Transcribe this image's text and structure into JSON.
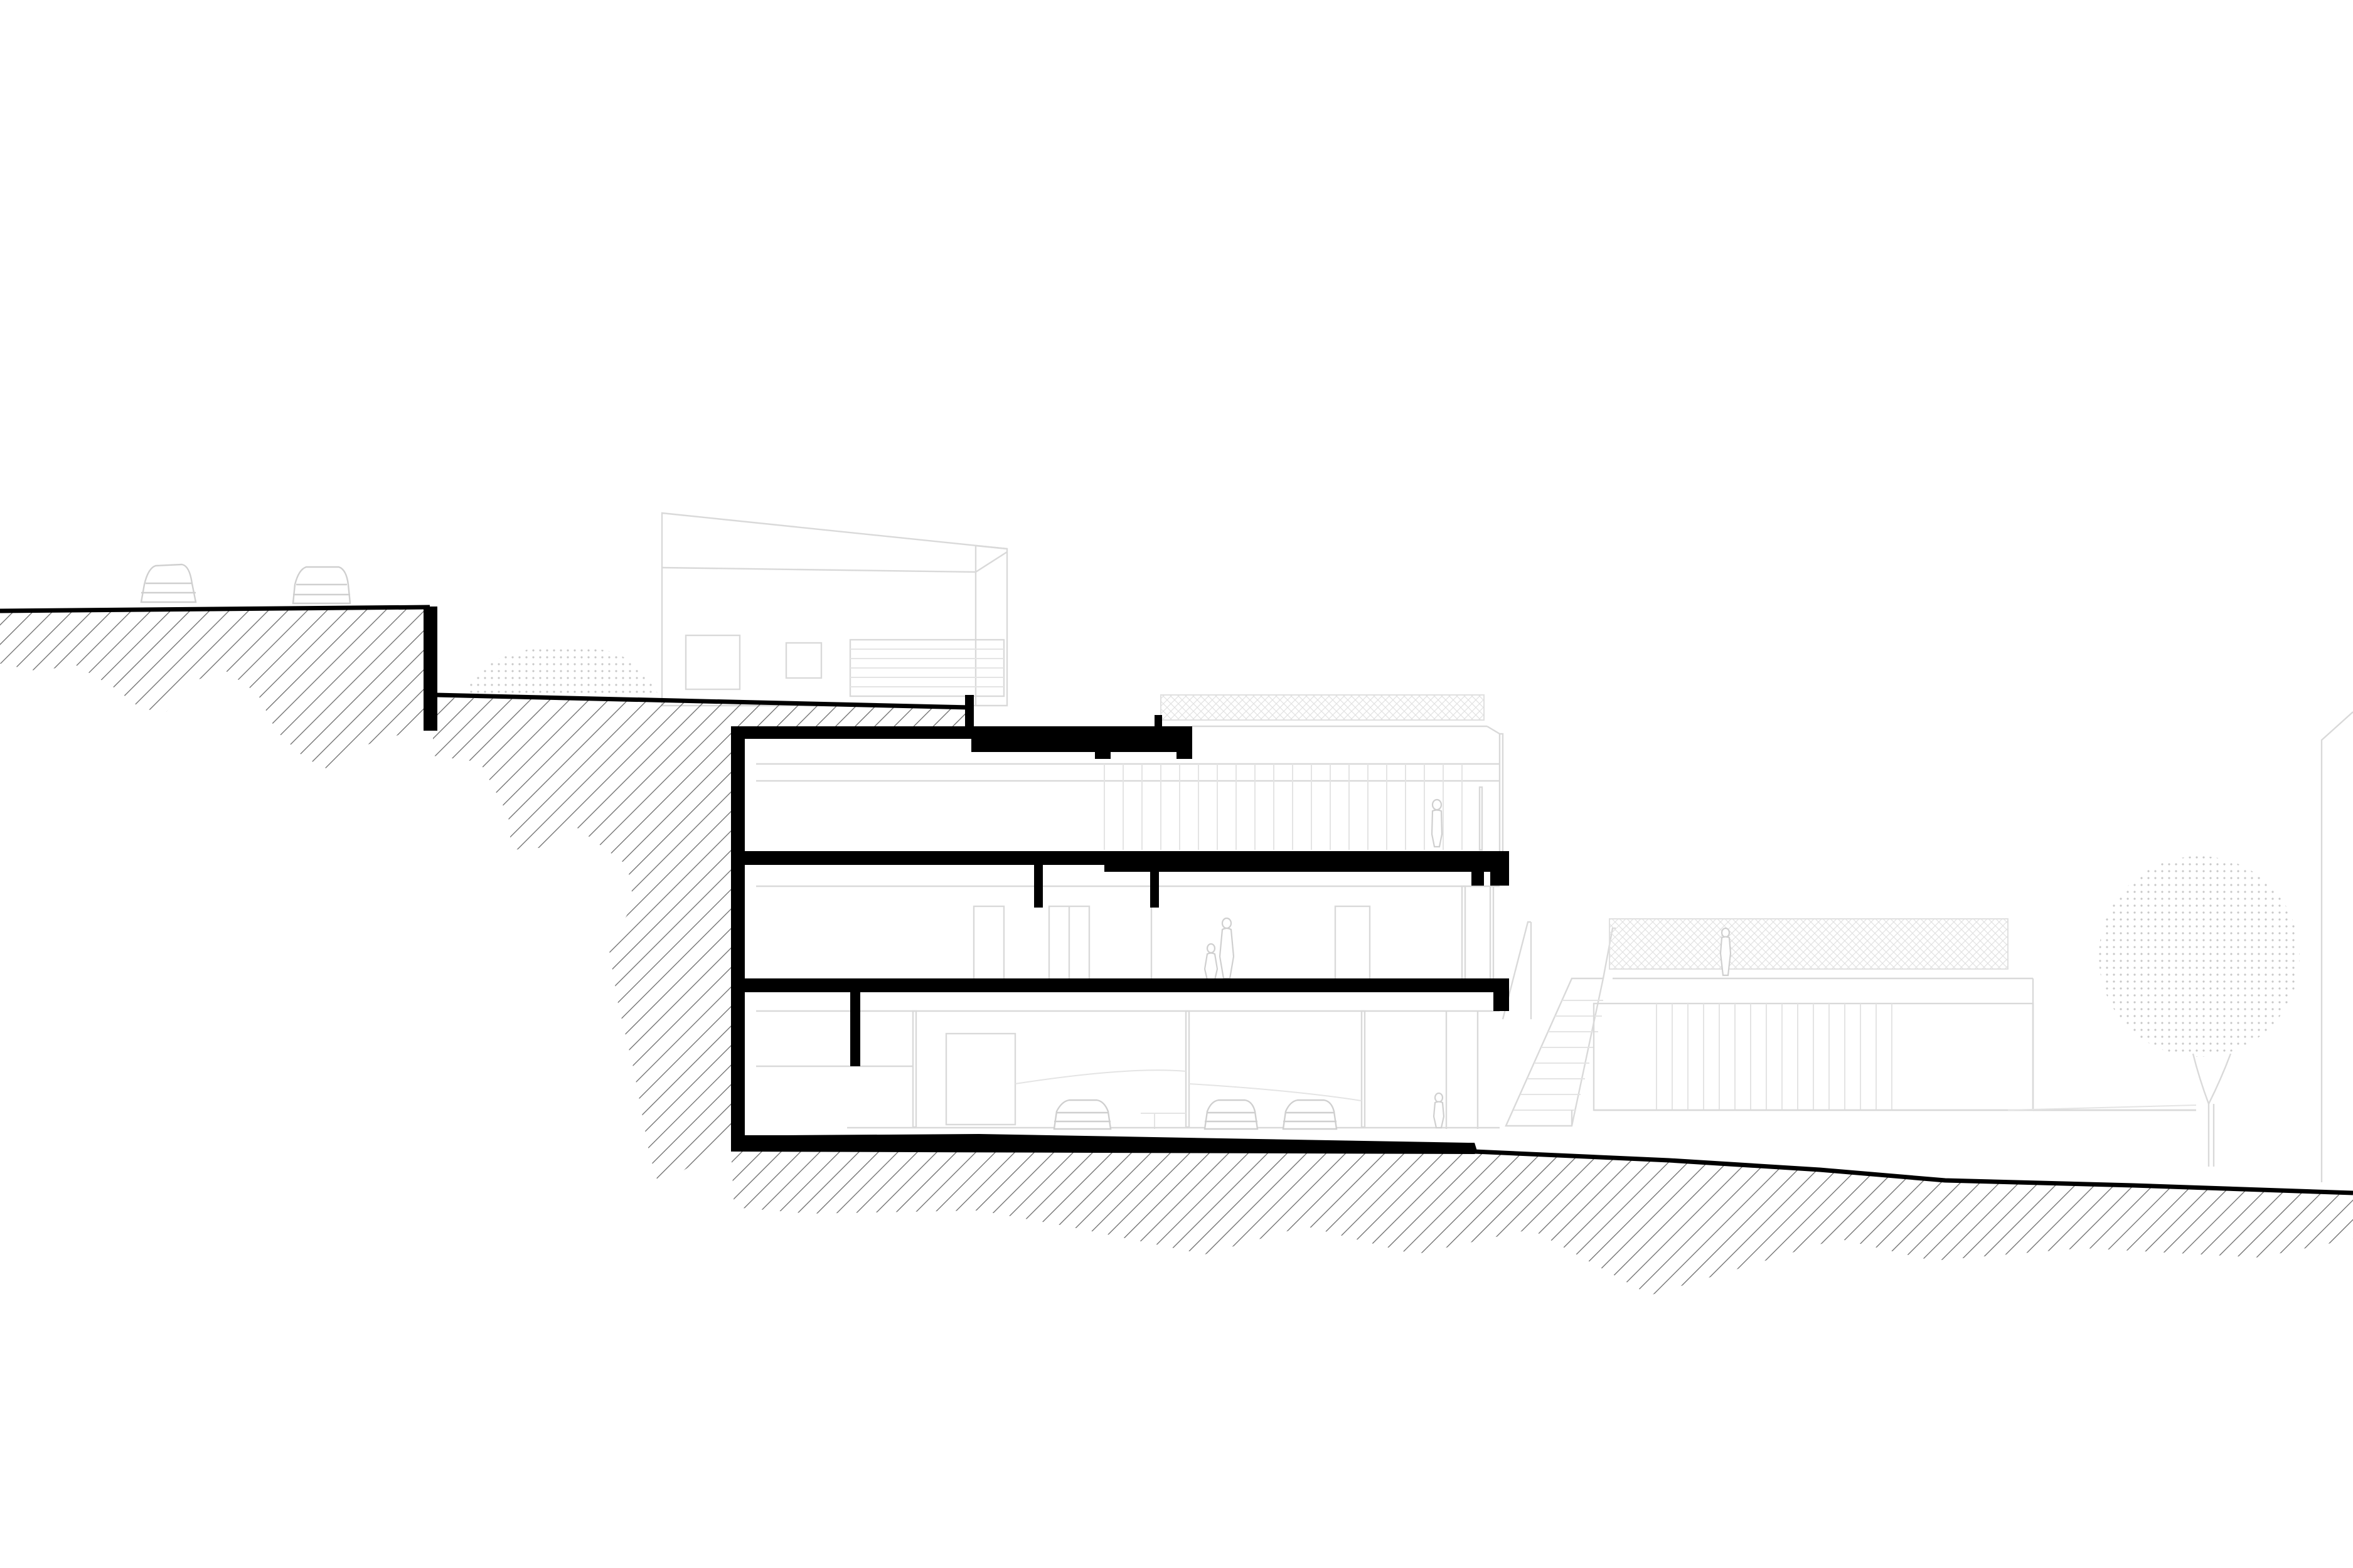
{
  "drawing": {
    "type": "architectural-section",
    "levels": 3,
    "colors": {
      "cut": "#000000",
      "projection": "#d9d9d9",
      "hatch": "#6a6a6a",
      "background": "#ffffff"
    },
    "elements": [
      "upper-road",
      "retaining-wall",
      "green-roof",
      "upper-floor",
      "middle-floor",
      "parking-level",
      "exterior-stair",
      "terrace-building",
      "tree",
      "lower-ground"
    ],
    "cars_visible": 5,
    "people_visible": 5
  }
}
